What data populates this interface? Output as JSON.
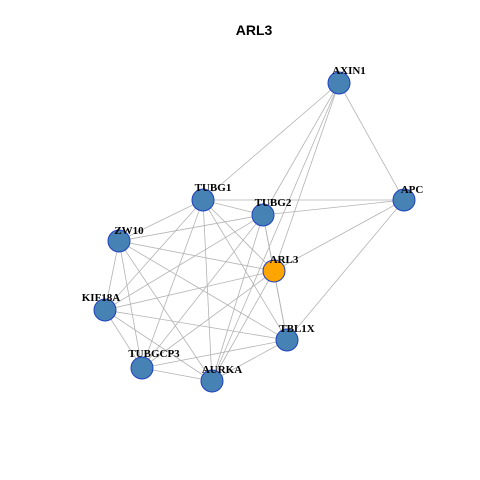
{
  "title": "ARL3",
  "colors": {
    "node_default": "#4682b4",
    "node_focus": "#ffa500",
    "node_border": "#1f3fbf",
    "edge": "#b3b3b3"
  },
  "nodes": [
    {
      "id": "AXIN1",
      "label": "AXIN1",
      "focus": false
    },
    {
      "id": "APC",
      "label": "APC",
      "focus": false
    },
    {
      "id": "TUBG1",
      "label": "TUBG1",
      "focus": false
    },
    {
      "id": "TUBG2",
      "label": "TUBG2",
      "focus": false
    },
    {
      "id": "ZW10",
      "label": "ZW10",
      "focus": false
    },
    {
      "id": "ARL3",
      "label": "ARL3",
      "focus": true
    },
    {
      "id": "KIF18A",
      "label": "KIF18A",
      "focus": false
    },
    {
      "id": "TBL1X",
      "label": "TBL1X",
      "focus": false
    },
    {
      "id": "TUBGCP3",
      "label": "TUBGCP3",
      "focus": false
    },
    {
      "id": "AURKA",
      "label": "AURKA",
      "focus": false
    }
  ],
  "edges": [
    [
      "AXIN1",
      "TUBG1"
    ],
    [
      "AXIN1",
      "TUBG2"
    ],
    [
      "AXIN1",
      "ARL3"
    ],
    [
      "AXIN1",
      "APC"
    ],
    [
      "AXIN1",
      "AURKA"
    ],
    [
      "TUBG1",
      "TUBG2"
    ],
    [
      "TUBG1",
      "APC"
    ],
    [
      "TUBG1",
      "ZW10"
    ],
    [
      "TUBG1",
      "KIF18A"
    ],
    [
      "TUBG1",
      "TUBGCP3"
    ],
    [
      "TUBG1",
      "AURKA"
    ],
    [
      "TUBG1",
      "ARL3"
    ],
    [
      "TUBG1",
      "TBL1X"
    ],
    [
      "TUBG2",
      "APC"
    ],
    [
      "TUBG2",
      "ZW10"
    ],
    [
      "TUBG2",
      "KIF18A"
    ],
    [
      "TUBG2",
      "TUBGCP3"
    ],
    [
      "TUBG2",
      "AURKA"
    ],
    [
      "TUBG2",
      "ARL3"
    ],
    [
      "TUBG2",
      "TBL1X"
    ],
    [
      "APC",
      "ARL3"
    ],
    [
      "APC",
      "TBL1X"
    ],
    [
      "ZW10",
      "ARL3"
    ],
    [
      "ZW10",
      "KIF18A"
    ],
    [
      "ZW10",
      "TUBGCP3"
    ],
    [
      "ZW10",
      "AURKA"
    ],
    [
      "ZW10",
      "TBL1X"
    ],
    [
      "ARL3",
      "KIF18A"
    ],
    [
      "ARL3",
      "TBL1X"
    ],
    [
      "ARL3",
      "TUBGCP3"
    ],
    [
      "ARL3",
      "AURKA"
    ],
    [
      "KIF18A",
      "TUBGCP3"
    ],
    [
      "KIF18A",
      "AURKA"
    ],
    [
      "KIF18A",
      "TBL1X"
    ],
    [
      "TUBGCP3",
      "AURKA"
    ],
    [
      "TUBGCP3",
      "TBL1X"
    ],
    [
      "AURKA",
      "TBL1X"
    ]
  ]
}
